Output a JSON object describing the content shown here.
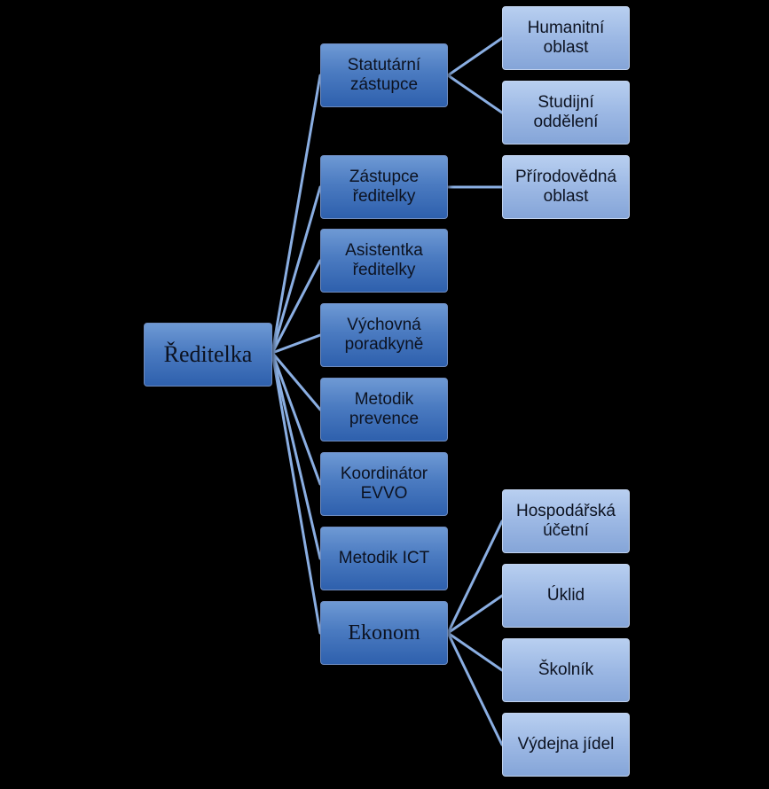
{
  "root": {
    "label": "Ředitelka"
  },
  "level1": [
    {
      "label": "Statutární zástupce"
    },
    {
      "label": "Zástupce ředitelky"
    },
    {
      "label": "Asistentka ředitelky"
    },
    {
      "label": "Výchovná poradkyně"
    },
    {
      "label": "Metodik prevence"
    },
    {
      "label": "Koordinátor EVVO"
    },
    {
      "label": "Metodik ICT"
    },
    {
      "label": "Ekonom"
    }
  ],
  "level2": {
    "statutarni": [
      {
        "label": "Humanitní oblast"
      },
      {
        "label": "Studijní oddělení"
      }
    ],
    "zastupce": [
      {
        "label": "Přírodovědná oblast"
      }
    ],
    "ekonom": [
      {
        "label": "Hospodářská účetní"
      },
      {
        "label": "Úklid"
      },
      {
        "label": "Školník"
      },
      {
        "label": "Výdejna jídel"
      }
    ]
  },
  "colors": {
    "background": "#000000",
    "level1": "#4b7bc1",
    "level2": "#9cb8e4",
    "connector": "#8aaee2"
  }
}
